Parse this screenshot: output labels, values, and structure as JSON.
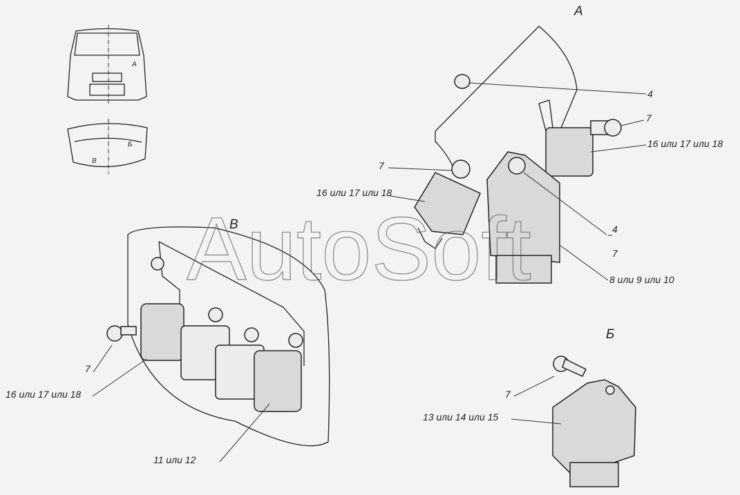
{
  "views": {
    "view_a": "А",
    "view_b": "Б",
    "view_v": "В"
  },
  "inset": {
    "mark_a": "А",
    "mark_b": "Б",
    "mark_v": "В"
  },
  "watermark": "AutoSoft",
  "callouts": {
    "a_nut": "4",
    "a_bolt_right": "7",
    "a_relay_right": "16 или 17 или 18",
    "a_bolt_left": "7",
    "a_relay_left": "16 или 17 или 18",
    "a_bracket_4": "4",
    "a_bracket_7": "7",
    "a_big_relay": "8 или 9 или 10",
    "v_bolt": "7",
    "v_relay": "16 или 17 или 18",
    "v_relay2": "11 или 12",
    "b_bolt": "7",
    "b_relay": "13 или 14 или 15"
  }
}
